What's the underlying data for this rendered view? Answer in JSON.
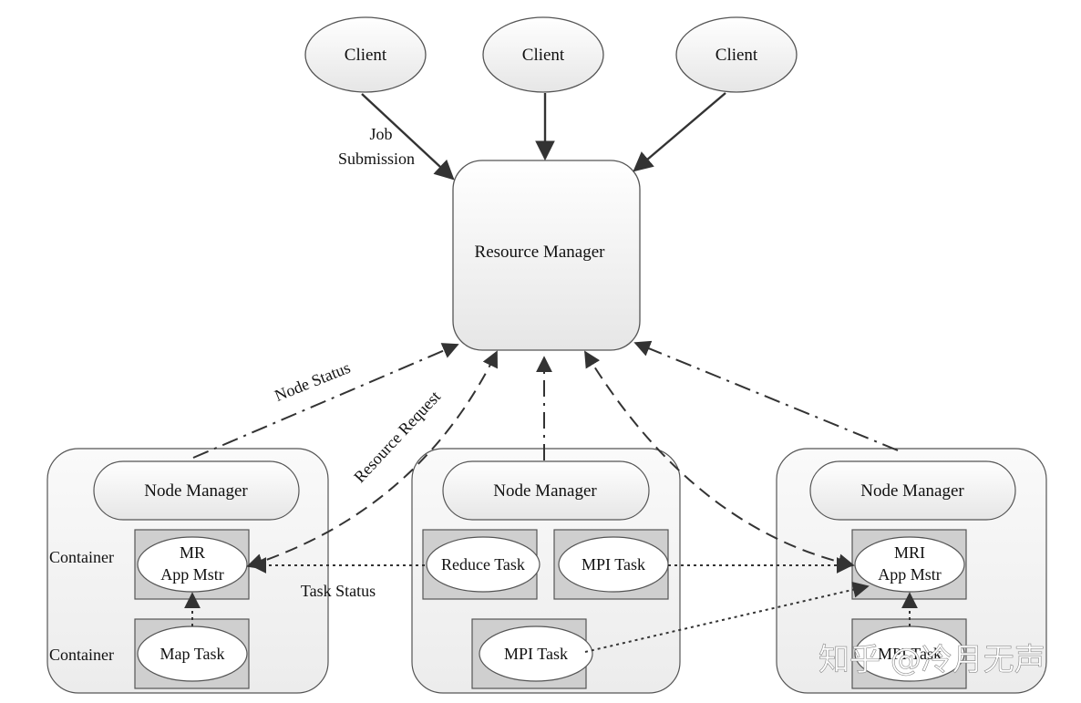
{
  "clients": [
    "Client",
    "Client",
    "Client"
  ],
  "resource_manager": "Resource Manager",
  "edge_labels": {
    "job_submission_line1": "Job",
    "job_submission_line2": "Submission",
    "node_status": "Node Status",
    "resource_request": "Resource Request",
    "task_status": "Task Status"
  },
  "node_managers": [
    "Node Manager",
    "Node Manager",
    "Node Manager"
  ],
  "container_labels": [
    "Container",
    "Container"
  ],
  "tasks": {
    "mr_app_mstr_line1": "MR",
    "mr_app_mstr_line2": "App Mstr",
    "map_task": "Map Task",
    "reduce_task": "Reduce Task",
    "mpi_task_top": "MPI Task",
    "mpi_task_bottom": "MPI Task",
    "mri_app_mstr_line1": "MRI",
    "mri_app_mstr_line2": "App Mstr",
    "mpi_task_right": "MPI Task"
  },
  "watermark": "知乎 @冷月无声"
}
